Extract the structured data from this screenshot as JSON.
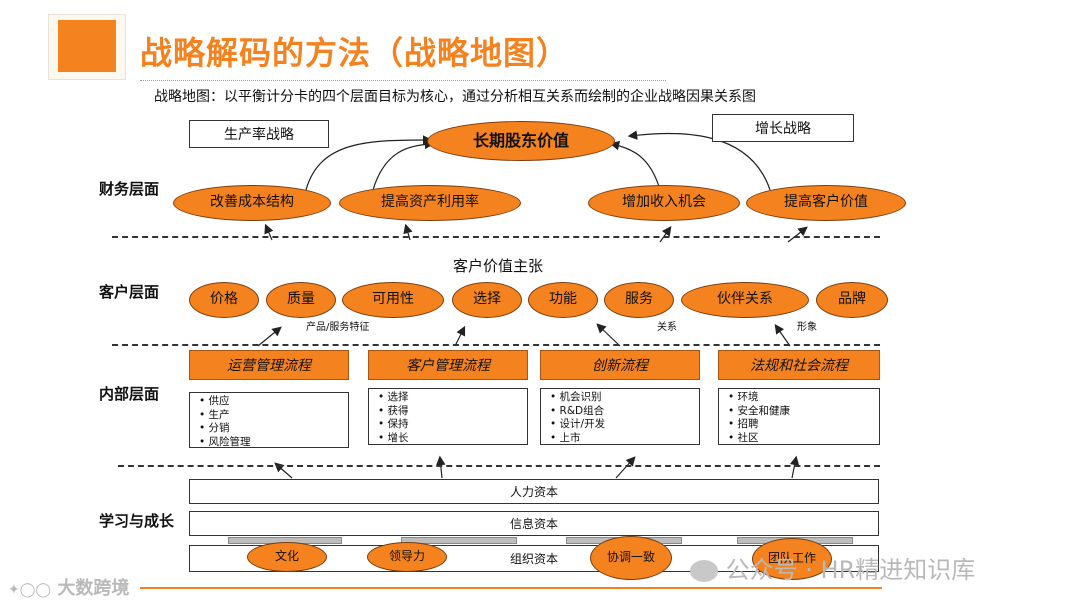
{
  "title": "战略解码的方法（战略地图）",
  "subtitle": "战略地图：以平衡计分卡的四个层面目标为核心，通过分析相互关系而绘制的企业战略因果关系图",
  "strategies": {
    "productivity": "生产率战略",
    "growth": "增长战略"
  },
  "top_goal": "长期股东价值",
  "layers": {
    "finance": "财务层面",
    "customer": "客户层面",
    "internal": "内部层面",
    "learning": "学习与成长"
  },
  "finance": [
    "改善成本结构",
    "提高资产利用率",
    "增加收入机会",
    "提高客户价值"
  ],
  "customer_value_title": "客户价值主张",
  "customer": [
    "价格",
    "质量",
    "可用性",
    "选择",
    "功能",
    "服务",
    "伙伴关系",
    "品牌"
  ],
  "customer_groups": {
    "product_service": "产品/服务特征",
    "relation": "关系",
    "image": "形象"
  },
  "processes": [
    {
      "name": "运营管理流程",
      "items": [
        "供应",
        "生产",
        "分销",
        "风险管理"
      ]
    },
    {
      "name": "客户管理流程",
      "items": [
        "选择",
        "获得",
        "保持",
        "增长"
      ]
    },
    {
      "name": "创新流程",
      "items": [
        "机会识别",
        "R&D组合",
        "设计/开发",
        "上市"
      ]
    },
    {
      "name": "法规和社会流程",
      "items": [
        "环境",
        "安全和健康",
        "招聘",
        "社区"
      ]
    }
  ],
  "capitals": {
    "human": "人力资本",
    "info": "信息资本",
    "org": "组织资本"
  },
  "org_items": [
    "文化",
    "领导力",
    "协调一致",
    "团队工作"
  ],
  "watermark": {
    "left": "大数跨境",
    "right_prefix": "公众号 ·",
    "right_name": "HR精进知识库"
  },
  "colors": {
    "accent": "#f4821f"
  }
}
